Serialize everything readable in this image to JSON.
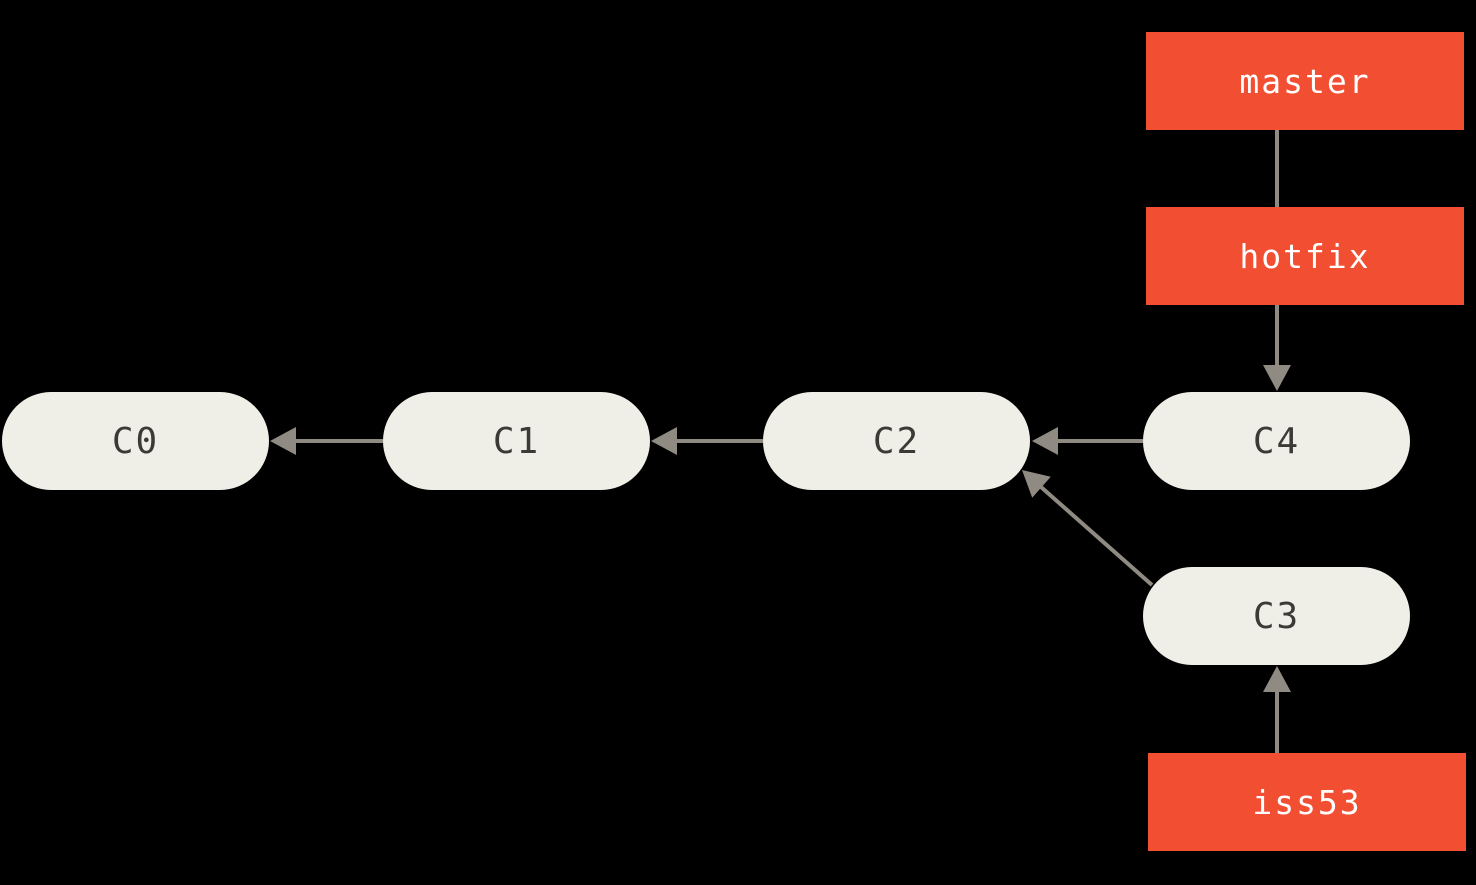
{
  "canvas": {
    "background": "#000000"
  },
  "colors": {
    "commit_fill": "#f0efe7",
    "branch_fill": "#f14e32",
    "arrow": "#8f8a82",
    "commit_text": "#3c3a35",
    "branch_text": "#ffffff"
  },
  "commits": [
    {
      "id": "C0",
      "label": "C0"
    },
    {
      "id": "C1",
      "label": "C1"
    },
    {
      "id": "C2",
      "label": "C2"
    },
    {
      "id": "C3",
      "label": "C3"
    },
    {
      "id": "C4",
      "label": "C4"
    }
  ],
  "branches": [
    {
      "name": "master",
      "label": "master",
      "points_to": "C4"
    },
    {
      "name": "hotfix",
      "label": "hotfix",
      "points_to": "C4"
    },
    {
      "name": "iss53",
      "label": "iss53",
      "points_to": "C3"
    }
  ],
  "edges": [
    {
      "from": "C1",
      "to": "C0"
    },
    {
      "from": "C2",
      "to": "C1"
    },
    {
      "from": "C4",
      "to": "C2"
    },
    {
      "from": "C3",
      "to": "C2"
    },
    {
      "from": "hotfix",
      "to": "C4"
    },
    {
      "from": "iss53",
      "to": "C3"
    },
    {
      "from": "master",
      "to": "hotfix",
      "style": "plain-line"
    }
  ]
}
